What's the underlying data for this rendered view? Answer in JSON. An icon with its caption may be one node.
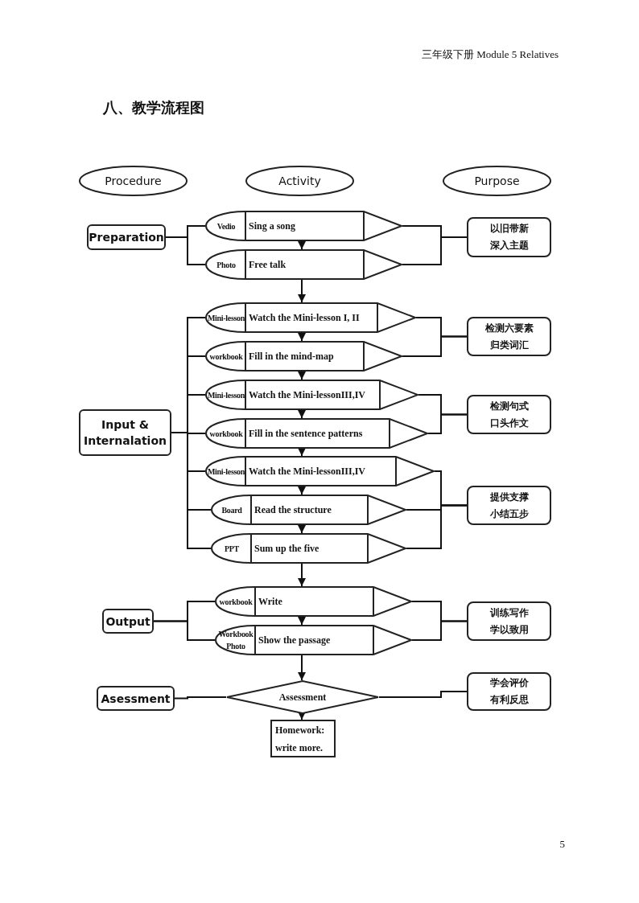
{
  "diagram": {
    "title": "八、教学流程图",
    "nodes": [
      {
        "text": [
          "Procedure"
        ]
      },
      {
        "text": [
          "Activity"
        ]
      },
      {
        "text": [
          "Purpose"
        ]
      },
      {
        "text": [
          "Preparation"
        ]
      },
      {
        "text": [
          "Vedio",
          "Sing a song"
        ]
      },
      {
        "text": [
          "以旧带新",
          "深入主题"
        ]
      },
      {
        "text": [
          "Photo",
          "Free talk"
        ]
      },
      {
        "text": [
          "Mini-lesson",
          "Watch the Mini-lesson I, II"
        ]
      },
      {
        "text": [
          "检测六要素",
          "归类词汇"
        ]
      },
      {
        "text": [
          "workbook",
          "Fill in the mind-map"
        ]
      },
      {
        "text": [
          "Input & Internalation"
        ]
      },
      {
        "text": [
          "Mini-lesson",
          "Watch the Mini-lessonIII,IV"
        ]
      },
      {
        "text": [
          "检测句式",
          "口头作文"
        ]
      },
      {
        "text": [
          "workbook",
          "Fill in the sentence patterns"
        ]
      },
      {
        "text": [
          "Mini-lesson",
          "Watch the Mini-lessonIII,IV"
        ]
      },
      {
        "text": [
          "Board",
          "Read the structure"
        ]
      },
      {
        "text": [
          "提供支撑",
          "小结五步"
        ]
      },
      {
        "text": [
          "PPT",
          "Sum up the five"
        ]
      },
      {
        "text": [
          "Output"
        ]
      },
      {
        "text": [
          "workbook",
          "Write"
        ]
      },
      {
        "text": [
          "训练写作",
          "学以致用"
        ]
      },
      {
        "text": [
          "Workbook Photo",
          "Show the passage"
        ]
      },
      {
        "text": [
          "Asessment"
        ]
      },
      {
        "text": [
          "Assessment"
        ]
      },
      {
        "text": [
          "学会评价",
          "有利反思"
        ]
      },
      {
        "text": [
          "Homework: write more."
        ]
      }
    ],
    "edges": [
      {
        "from": 3,
        "to": 4,
        "arrow": "none"
      },
      {
        "from": 3,
        "to": 6,
        "arrow": "none"
      },
      {
        "from": 4,
        "to": 6,
        "arrow": "to"
      },
      {
        "from": 4,
        "to": 5,
        "arrow": "none"
      },
      {
        "from": 6,
        "to": 5,
        "arrow": "none"
      },
      {
        "from": 6,
        "to": 7,
        "arrow": "to"
      },
      {
        "from": 10,
        "to": 7,
        "arrow": "none"
      },
      {
        "from": 10,
        "to": 9,
        "arrow": "none"
      },
      {
        "from": 10,
        "to": 11,
        "arrow": "none"
      },
      {
        "from": 10,
        "to": 13,
        "arrow": "none"
      },
      {
        "from": 10,
        "to": 14,
        "arrow": "none"
      },
      {
        "from": 10,
        "to": 15,
        "arrow": "none"
      },
      {
        "from": 10,
        "to": 17,
        "arrow": "none"
      },
      {
        "from": 7,
        "to": 9,
        "arrow": "to"
      },
      {
        "from": 9,
        "to": 11,
        "arrow": "to"
      },
      {
        "from": 11,
        "to": 13,
        "arrow": "to"
      },
      {
        "from": 13,
        "to": 14,
        "arrow": "to"
      },
      {
        "from": 14,
        "to": 15,
        "arrow": "to"
      },
      {
        "from": 15,
        "to": 17,
        "arrow": "to"
      },
      {
        "from": 7,
        "to": 8,
        "arrow": "none"
      },
      {
        "from": 9,
        "to": 8,
        "arrow": "none"
      },
      {
        "from": 11,
        "to": 12,
        "arrow": "none"
      },
      {
        "from": 13,
        "to": 12,
        "arrow": "none"
      },
      {
        "from": 14,
        "to": 16,
        "arrow": "none"
      },
      {
        "from": 15,
        "to": 16,
        "arrow": "none"
      },
      {
        "from": 17,
        "to": 16,
        "arrow": "none"
      },
      {
        "from": 17,
        "to": 19,
        "arrow": "to"
      },
      {
        "from": 18,
        "to": 19,
        "arrow": "none"
      },
      {
        "from": 18,
        "to": 21,
        "arrow": "none"
      },
      {
        "from": 19,
        "to": 21,
        "arrow": "to"
      },
      {
        "from": 19,
        "to": 20,
        "arrow": "none"
      },
      {
        "from": 21,
        "to": 20,
        "arrow": "none"
      },
      {
        "from": 21,
        "to": 23,
        "arrow": "to"
      },
      {
        "from": 22,
        "to": 23,
        "arrow": "none"
      },
      {
        "from": 23,
        "to": 24,
        "arrow": "none"
      },
      {
        "from": 23,
        "to": 25,
        "arrow": "to"
      }
    ],
    "labels": [
      "三年级下册 Module 5 Relatives",
      "5"
    ]
  }
}
